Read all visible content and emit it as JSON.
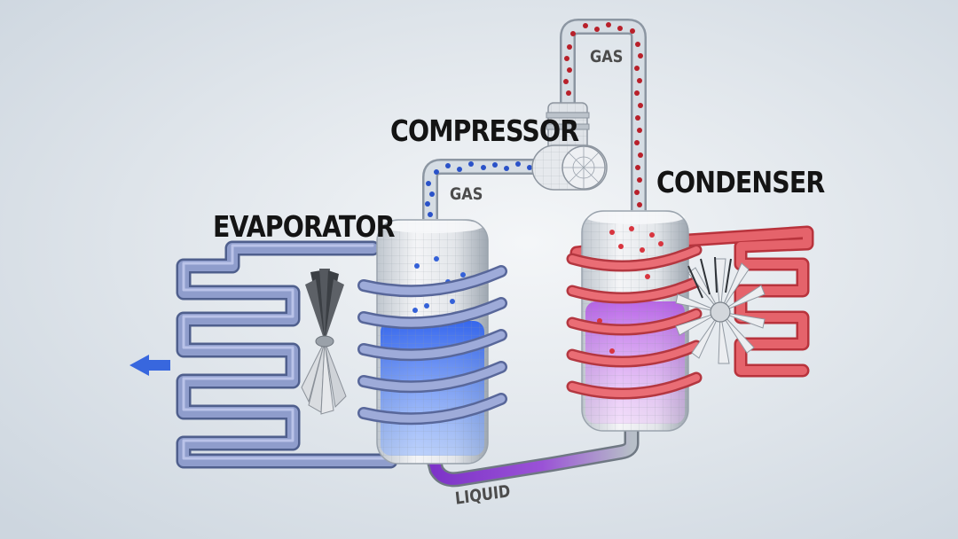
{
  "labels": {
    "compressor": "COMPRESSOR",
    "condenser": "CONDENSER",
    "evaporator": "EVAPORATOR",
    "gas_top": "GAS",
    "gas_left": "GAS",
    "liquid": "LIQUID"
  },
  "colors": {
    "cold": "#3b5bd8",
    "hot": "#d8404a",
    "liquid": "#8a3fd0",
    "pipe": "#c8d0d8",
    "background": "#e4e9ee"
  },
  "icons": {
    "flow_arrow": "arrow-left-icon",
    "fan": "fan-icon"
  }
}
